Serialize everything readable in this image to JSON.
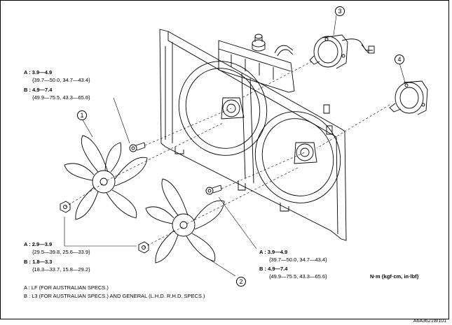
{
  "callouts": {
    "c1": "1",
    "c2": "2",
    "c3": "3",
    "c4": "4"
  },
  "torque_upper_left": {
    "a": "A : 3.9—4.9",
    "a_sub": "{39.7—50.0, 34.7—43.4}",
    "b": "B : 4.9—7.4",
    "b_sub": "{49.9—75.5, 43.3—65.6}"
  },
  "torque_lower_left": {
    "a": "A : 2.9—3.9",
    "a_sub": "{29.5—39.8, 25.6—33.9}",
    "b": "B : 1.8—3.3",
    "b_sub": "{18.3—33.7, 15.8—29.2}"
  },
  "torque_lower_right": {
    "a": "A : 3.9—4.9",
    "a_sub": "{39.7—50.0, 34.7—43.4}",
    "b": "B : 4.9—7.4",
    "b_sub": "{49.9—75.5, 43.3—65.6}"
  },
  "units": "N·m {kgf·cm, in·lbf}",
  "legend": {
    "a": "A : LF (FOR AUSTRALIAN SPECS.)",
    "b": "B : L3 (FOR AUSTRALIAN SPECS.) AND GENERAL (L.H.D. R.H.D. SPECS.)"
  },
  "figure_code": "A6A3621W101",
  "icons": [
    "fan-blade-icon",
    "fan-motor-icon",
    "bolt-icon",
    "nut-icon",
    "fan-shroud-icon"
  ]
}
